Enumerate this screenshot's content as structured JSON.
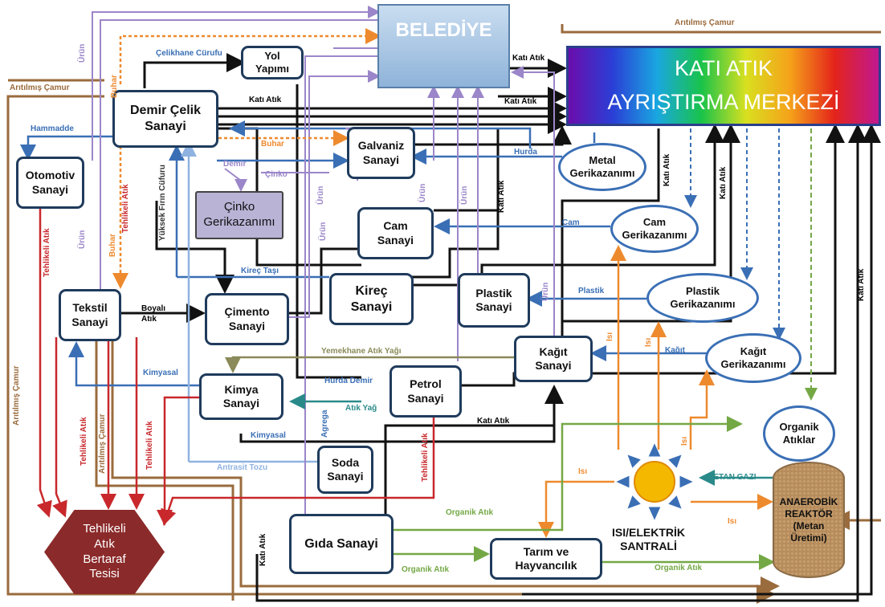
{
  "nodes": {
    "belediye": "BELEDİYE",
    "kati_line1": "KATI ATIK",
    "kati_line2": "AYRIŞTIRMA MERKEZİ",
    "yol": "Yol\nYapımı",
    "demir_celik": "Demir Çelik\nSanayi",
    "otomotiv": "Otomotiv\nSanayi",
    "galvaniz": "Galvaniz\nSanayi",
    "cinko_g": "Çinko\nGerikazanımı",
    "metal_g": "Metal\nGerikazanımı",
    "cam_s": "Cam\nSanayi",
    "cam_g": "Cam\nGerikazanımı",
    "tekstil": "Tekstil\nSanayi",
    "cimento": "Çimento\nSanayi",
    "kirec": "Kireç\nSanayi",
    "plastik_s": "Plastik\nSanayi",
    "plastik_g": "Plastik\nGerikazanımı",
    "kagit_s": "Kağıt\nSanayi",
    "kagit_g": "Kağıt\nGerikazanımı",
    "kimya": "Kimya\nSanayi",
    "petrol": "Petrol\nSanayi",
    "soda": "Soda\nSanayi",
    "organik": "Organik\nAtıklar",
    "tehlikeli": "Tehlikeli\nAtık\nBertaraf\nTesisi",
    "gida": "Gıda Sanayi",
    "tarim": "Tarım ve\nHayvancılık",
    "santral": "ISI/ELEKTRİK\nSANTRALİ",
    "reaktor": "ANAEROBİK\nREAKTÖR\n(Metan\nÜretimi)"
  },
  "labels": {
    "aritilmis_camur": "Arıtılmış Çamur",
    "celikhane": "Çelikhane Cürufu",
    "kati_atik": "Katı Atık",
    "hammadde": "Hammadde",
    "buhar": "Buhar",
    "urun": "Ürün",
    "demir": "Demir",
    "cinko": "Çinko",
    "hurda": "Hurda",
    "cam": "Cam",
    "yuksek_firin": "Yüksek Fırın Cüfuru",
    "tehlikeli_atik": "Tehlikeli Atık",
    "kirec_tasi": "Kireç Taşı",
    "boyali_atik": "Boyalı\nAtık",
    "plastik": "Plastik",
    "isi": "Isı",
    "kagit": "Kağıt",
    "yemekhane": "Yemekhane Atık Yağı",
    "kimyasal": "Kimyasal",
    "hurda_demir": "Hurda Demir",
    "atik_yag": "Atık Yağ",
    "agrega": "Agrega",
    "antrasit": "Antrasit Tozu",
    "organik_atik": "Organik Atık",
    "metan_gazi": "METAN GAZI"
  },
  "colors": {
    "black": "#111111",
    "blue": "#3a6fb5",
    "purple": "#9b86c9",
    "orange": "#ee8a2e",
    "red": "#c8282c",
    "brown": "#9a6b3c",
    "green": "#74a845",
    "teal": "#2a8a8a",
    "olive": "#8a8a5a",
    "lightblue": "#8fb3e0"
  }
}
